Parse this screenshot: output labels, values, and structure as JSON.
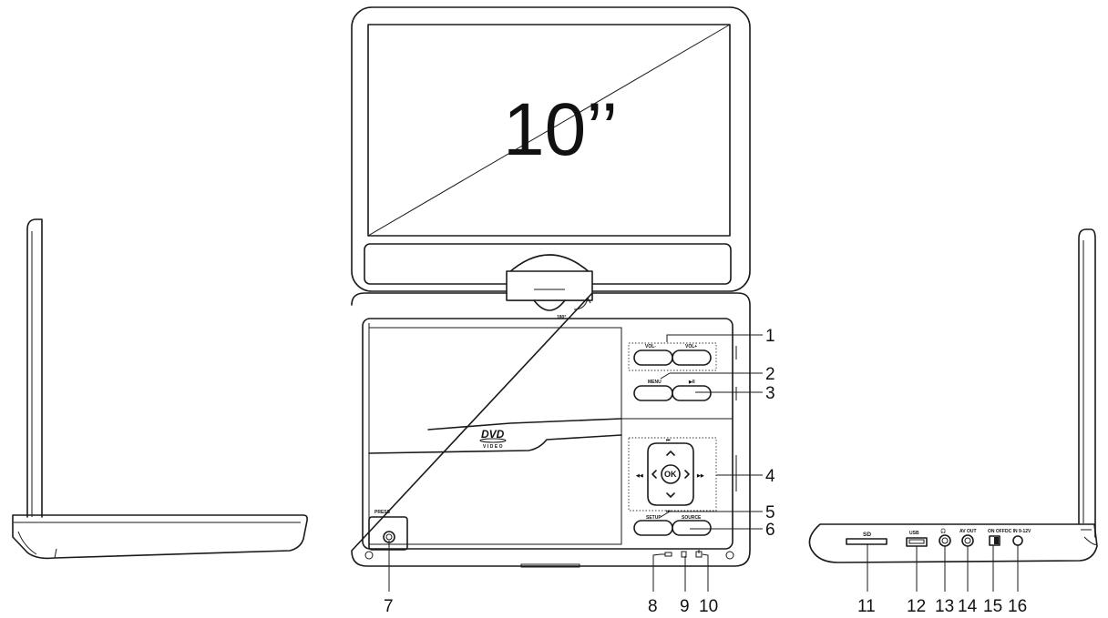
{
  "screen": {
    "size_label": "10’’",
    "rotation_label": "180°"
  },
  "buttons": {
    "vol_minus": "VOL-",
    "vol_plus": "VOL+",
    "menu": "MENU",
    "play_pause": "▶II",
    "ok": "OK",
    "setup": "SETUP",
    "source": "SOURCE",
    "prev": "⏮",
    "next": "⏭",
    "rew": "◀◀",
    "ffw": "▶▶"
  },
  "disc": {
    "logo_top": "DVD",
    "logo_bottom": "VIDEO",
    "press_label": "PRESS"
  },
  "side_ports": {
    "card": "SD",
    "usb": "USB",
    "headphone": "🎧",
    "av_out": "AV OUT",
    "power_switch": "ON OFF",
    "dc_in": "DC IN 9-12V"
  },
  "callouts": [
    "1",
    "2",
    "3",
    "4",
    "5",
    "6",
    "7",
    "8",
    "9",
    "10",
    "11",
    "12",
    "13",
    "14",
    "15",
    "16"
  ]
}
